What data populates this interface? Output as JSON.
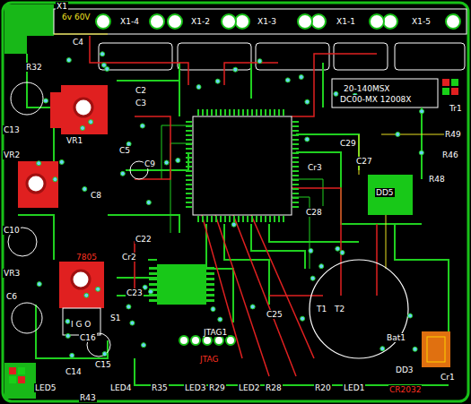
{
  "diagram": {
    "labels": [
      "X1",
      "6v 60V",
      "X1-4",
      "X1-2",
      "X1-3",
      "X1-1",
      "X1-5",
      "C4",
      "VR1",
      "VR2",
      "VR3",
      "C13",
      "C10",
      "C6",
      "C5",
      "C9",
      "C3",
      "C2",
      "C8",
      "C22",
      "Cr2",
      "C23",
      "S1",
      "C16",
      "C15",
      "C14",
      "JTAG1",
      "JTAG",
      "C25",
      "Cr3",
      "C29",
      "C27",
      "C28",
      "Bat1",
      "CR2032",
      "Cr1",
      "DD3",
      "DD5",
      "7805",
      "I G O",
      "20-140MSX",
      "DC00-MX 12008X",
      "Tr1",
      "R46",
      "R49",
      "R48",
      "LED1",
      "LED2",
      "LED3",
      "LED4",
      "LED5",
      "R43",
      "R35",
      "R29",
      "R28",
      "R20",
      "T1",
      "T2",
      "R32"
    ]
  }
}
